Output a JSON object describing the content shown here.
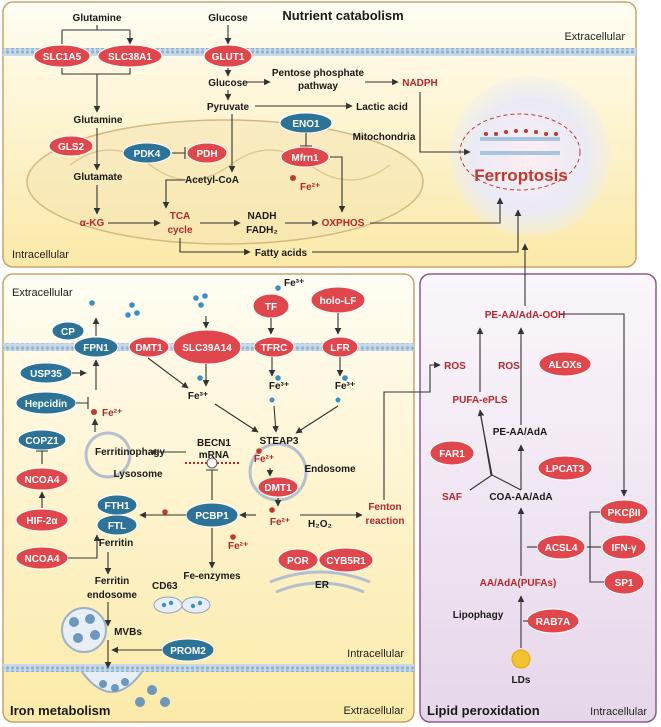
{
  "panels": {
    "nutrient": {
      "title": "Nutrient catabolism",
      "top_label": "Extracellular",
      "bottom_label": "Intracellular"
    },
    "iron": {
      "title": "Iron metabolism",
      "top_label": "Extracellular",
      "inner_label": "Intracellular",
      "bottom_label": "Extracellular"
    },
    "lipid": {
      "title": "Lipid peroxidation",
      "bottom_label": "Intracellular"
    }
  },
  "center": {
    "label": "Ferroptosis"
  },
  "nutrient": {
    "glutamine_top": "Glutamine",
    "glucose_top": "Glucose",
    "slc1a5": "SLC1A5",
    "slc38a1": "SLC38A1",
    "glut1": "GLUT1",
    "glucose_in": "Glucose",
    "ppp_line1": "Pentose phosphate",
    "ppp_line2": "pathway",
    "nadph": "NADPH",
    "glutamine_in": "Glutamine",
    "pyruvate": "Pyruvate",
    "lactic": "Lactic acid",
    "eno1": "ENO1",
    "mito": "Mitochondria",
    "gls2": "GLS2",
    "pdk4": "PDK4",
    "pdh": "PDH",
    "mfrn1": "Mfrn1",
    "fe2": "Fe²⁺",
    "glutamate": "Glutamate",
    "acetyl": "Acetyl-CoA",
    "akg": "α-KG",
    "tca1": "TCA",
    "tca2": "cycle",
    "nadh": "NADH",
    "fadh2": "FADH₂",
    "oxphos": "OXPHOS",
    "fatty": "Fatty acids"
  },
  "iron": {
    "fe3_top": "Fe³⁺",
    "tf": "TF",
    "holo_lf": "holo-LF",
    "cp": "CP",
    "fpn1": "FPN1",
    "dmt1": "DMT1",
    "slc39a14": "SLC39A14",
    "tfrc": "TFRC",
    "lfr": "LFR",
    "usp35": "USP35",
    "hepcidin": "Hepcidin",
    "fe3_a": "Fe³⁺",
    "fe3_b": "Fe³⁺",
    "fe3_c": "Fe³⁺",
    "fe2_a": "Fe²⁺",
    "copz1": "COPZ1",
    "ferritinophagy": "Ferritinophagy",
    "becn1": "BECN1",
    "mrna": "mRNA",
    "steap3": "STEAP3",
    "fe2_b": "Fe²⁺",
    "ncoa4_a": "NCOA4",
    "lysosome": "Lysosome",
    "endosome": "Endosome",
    "dmt1_b": "DMT1",
    "hif2a": "HIF-2α",
    "fth1": "FTH1",
    "ftl": "FTL",
    "ferritin": "Ferritin",
    "pcbp1": "PCBP1",
    "fe2_c": "Fe²⁺",
    "fe2_d": "Fe²⁺",
    "fenton1": "Fenton",
    "fenton2": "reaction",
    "h2o2": "H₂O₂",
    "ncoa4_b": "NCOA4",
    "fe_enzymes": "Fe-enzymes",
    "por": "POR",
    "cyb5r1": "CYB5R1",
    "er": "ER",
    "fe_endo1": "Ferritin",
    "fe_endo2": "endosome",
    "cd63": "CD63",
    "mvbs": "MVBs",
    "prom2": "PROM2"
  },
  "lipid": {
    "pe_ooh": "PE-AA/AdA-OOH",
    "ros_a": "ROS",
    "ros_b": "ROS",
    "aloxs": "ALOXs",
    "pufa_epls": "PUFA-ePLS",
    "pe_aa": "PE-AA/AdA",
    "far1": "FAR1",
    "lpcat3": "LPCAT3",
    "saf": "SAF",
    "coa": "COA-AA/AdA",
    "pkcb": "PKCβII",
    "acsl4": "ACSL4",
    "ifng": "IFN-γ",
    "aa": "AA/AdA(PUFAs)",
    "sp1": "SP1",
    "lipophagy": "Lipophagy",
    "rab7a": "RAB7A",
    "lds": "LDs"
  },
  "colors": {
    "protein_red": "#e0474c",
    "protein_blue": "#2d7397",
    "metabolite_red": "#b3282d",
    "panel_border": "#c8a46a",
    "lipid_border": "#8b5a8e"
  }
}
